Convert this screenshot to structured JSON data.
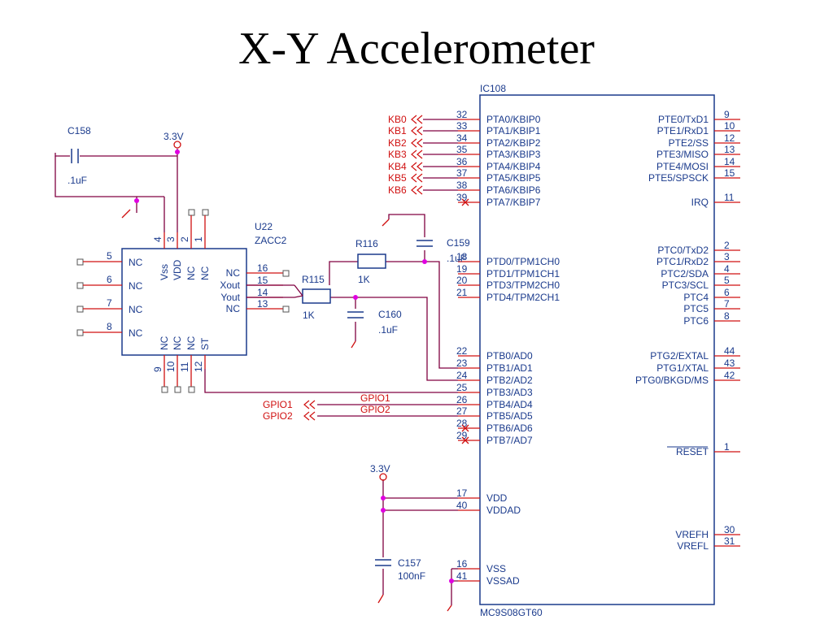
{
  "title": "X-Y Accelerometer",
  "colors": {
    "wire": "#800040",
    "pin": "#d01010",
    "body": "#1a3a8c",
    "junction": "#e000e0"
  },
  "mcu": {
    "ref": "IC108",
    "part": "MC9S08GT60",
    "left_pins": [
      {
        "num": "32",
        "name": "PTA0/KBIP0",
        "net": "KB0"
      },
      {
        "num": "33",
        "name": "PTA1/KBIP1",
        "net": "KB1"
      },
      {
        "num": "34",
        "name": "PTA2/KBIP2",
        "net": "KB2"
      },
      {
        "num": "35",
        "name": "PTA3/KBIP3",
        "net": "KB3"
      },
      {
        "num": "36",
        "name": "PTA4/KBIP4",
        "net": "KB4"
      },
      {
        "num": "37",
        "name": "PTA5/KBIP5",
        "net": "KB5"
      },
      {
        "num": "38",
        "name": "PTA6/KBIP6",
        "net": "KB6"
      },
      {
        "num": "39",
        "name": "PTA7/KBIP7",
        "net": ""
      },
      {
        "num": "18",
        "name": "PTD0/TPM1CH0",
        "net": ""
      },
      {
        "num": "19",
        "name": "PTD1/TPM1CH1",
        "net": ""
      },
      {
        "num": "20",
        "name": "PTD3/TPM2CH0",
        "net": ""
      },
      {
        "num": "21",
        "name": "PTD4/TPM2CH1",
        "net": ""
      },
      {
        "num": "22",
        "name": "PTB0/AD0",
        "net": ""
      },
      {
        "num": "23",
        "name": "PTB1/AD1",
        "net": ""
      },
      {
        "num": "24",
        "name": "PTB2/AD2",
        "net": ""
      },
      {
        "num": "25",
        "name": "PTB3/AD3",
        "net": ""
      },
      {
        "num": "26",
        "name": "PTB4/AD4",
        "net": "GPIO1"
      },
      {
        "num": "27",
        "name": "PTB5/AD5",
        "net": "GPIO2"
      },
      {
        "num": "28",
        "name": "PTB6/AD6",
        "net": ""
      },
      {
        "num": "29",
        "name": "PTB7/AD7",
        "net": ""
      },
      {
        "num": "17",
        "name": "VDD",
        "net": ""
      },
      {
        "num": "40",
        "name": "VDDAD",
        "net": ""
      },
      {
        "num": "16",
        "name": "VSS",
        "net": ""
      },
      {
        "num": "41",
        "name": "VSSAD",
        "net": ""
      }
    ],
    "right_pins": [
      {
        "num": "9",
        "name": "PTE0/TxD1"
      },
      {
        "num": "10",
        "name": "PTE1/RxD1"
      },
      {
        "num": "12",
        "name": "PTE2/SS"
      },
      {
        "num": "13",
        "name": "PTE3/MISO"
      },
      {
        "num": "14",
        "name": "PTE4/MOSI"
      },
      {
        "num": "15",
        "name": "PTE5/SPSCK"
      },
      {
        "num": "11",
        "name": "IRQ"
      },
      {
        "num": "2",
        "name": "PTC0/TxD2"
      },
      {
        "num": "3",
        "name": "PTC1/RxD2"
      },
      {
        "num": "4",
        "name": "PTC2/SDA"
      },
      {
        "num": "5",
        "name": "PTC3/SCL"
      },
      {
        "num": "6",
        "name": "PTC4"
      },
      {
        "num": "7",
        "name": "PTC5"
      },
      {
        "num": "8",
        "name": "PTC6"
      },
      {
        "num": "44",
        "name": "PTG2/EXTAL"
      },
      {
        "num": "43",
        "name": "PTG1/XTAL"
      },
      {
        "num": "42",
        "name": "PTG0/BKGD/MS"
      },
      {
        "num": "1",
        "name": "RESET"
      },
      {
        "num": "30",
        "name": "VREFH"
      },
      {
        "num": "31",
        "name": "VREFL"
      }
    ]
  },
  "accel": {
    "ref": "U22",
    "part": "ZACC2",
    "left_pins": [
      {
        "num": "5",
        "name": "NC"
      },
      {
        "num": "6",
        "name": "NC"
      },
      {
        "num": "7",
        "name": "NC"
      },
      {
        "num": "8",
        "name": "NC"
      }
    ],
    "right_pins": [
      {
        "num": "16",
        "name": "NC"
      },
      {
        "num": "15",
        "name": "Xout"
      },
      {
        "num": "14",
        "name": "Yout"
      },
      {
        "num": "13",
        "name": "NC"
      }
    ],
    "top_pins": [
      {
        "num": "4",
        "name": "Vss"
      },
      {
        "num": "3",
        "name": "VDD"
      },
      {
        "num": "2",
        "name": "NC"
      },
      {
        "num": "1",
        "name": "NC"
      }
    ],
    "bottom_pins": [
      {
        "num": "9",
        "name": "NC"
      },
      {
        "num": "10",
        "name": "NC"
      },
      {
        "num": "11",
        "name": "NC"
      },
      {
        "num": "12",
        "name": "ST"
      }
    ]
  },
  "parts": {
    "c158": {
      "ref": "C158",
      "value": ".1uF"
    },
    "c159": {
      "ref": "C159",
      "value": ".1uF"
    },
    "c160": {
      "ref": "C160",
      "value": ".1uF"
    },
    "c157": {
      "ref": "C157",
      "value": "100nF"
    },
    "r116": {
      "ref": "R116",
      "value": "1K"
    },
    "r115": {
      "ref": "R115",
      "value": "1K"
    }
  },
  "power_labels": {
    "top": "3.3V",
    "bottom": "3.3V"
  }
}
